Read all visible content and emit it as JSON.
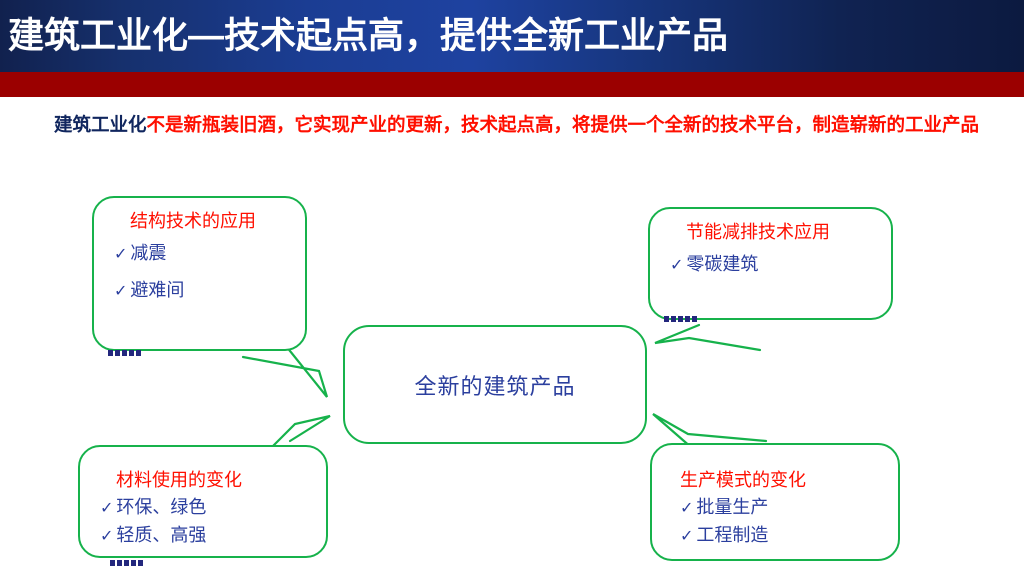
{
  "slide": {
    "title": "建筑工业化—技术起点高，提供全新工业产品",
    "subtitle": {
      "lead": "建筑工业化",
      "rest": "不是新瓶装旧酒，它实现产业的更新，技术起点高，将提供一个全新的技术平台，制造崭新的工业产品"
    },
    "colors": {
      "title_band_dark": "#11214e",
      "title_band_light": "#1e42a0",
      "red_band": "#9b0000",
      "subtitle_red": "#ff0f00",
      "subtitle_navy": "#10265e",
      "bubble_outline_green": "#16b24b",
      "heading_red": "#ff0f00",
      "item_blue": "#2b3f9e",
      "ellipsis_navy": "#23277d"
    }
  },
  "center": {
    "label": "全新的建筑产品"
  },
  "bubbles": [
    {
      "id": "structural-technology",
      "heading": "结构技术的应用",
      "items": [
        "减震",
        "避难间"
      ],
      "ellipsis": "……",
      "check": "✓"
    },
    {
      "id": "energy-saving-technology",
      "heading": "节能减排技术应用",
      "items": [
        "零碳建筑"
      ],
      "ellipsis": "……",
      "check": "✓"
    },
    {
      "id": "material-usage-change",
      "heading": "材料使用的变化",
      "items": [
        "环保、绿色",
        "轻质、高强"
      ],
      "ellipsis": "……",
      "check": "✓"
    },
    {
      "id": "production-mode-change",
      "heading": "生产模式的变化",
      "items": [
        "批量生产",
        "工程制造"
      ],
      "ellipsis": "",
      "check": "✓"
    }
  ]
}
